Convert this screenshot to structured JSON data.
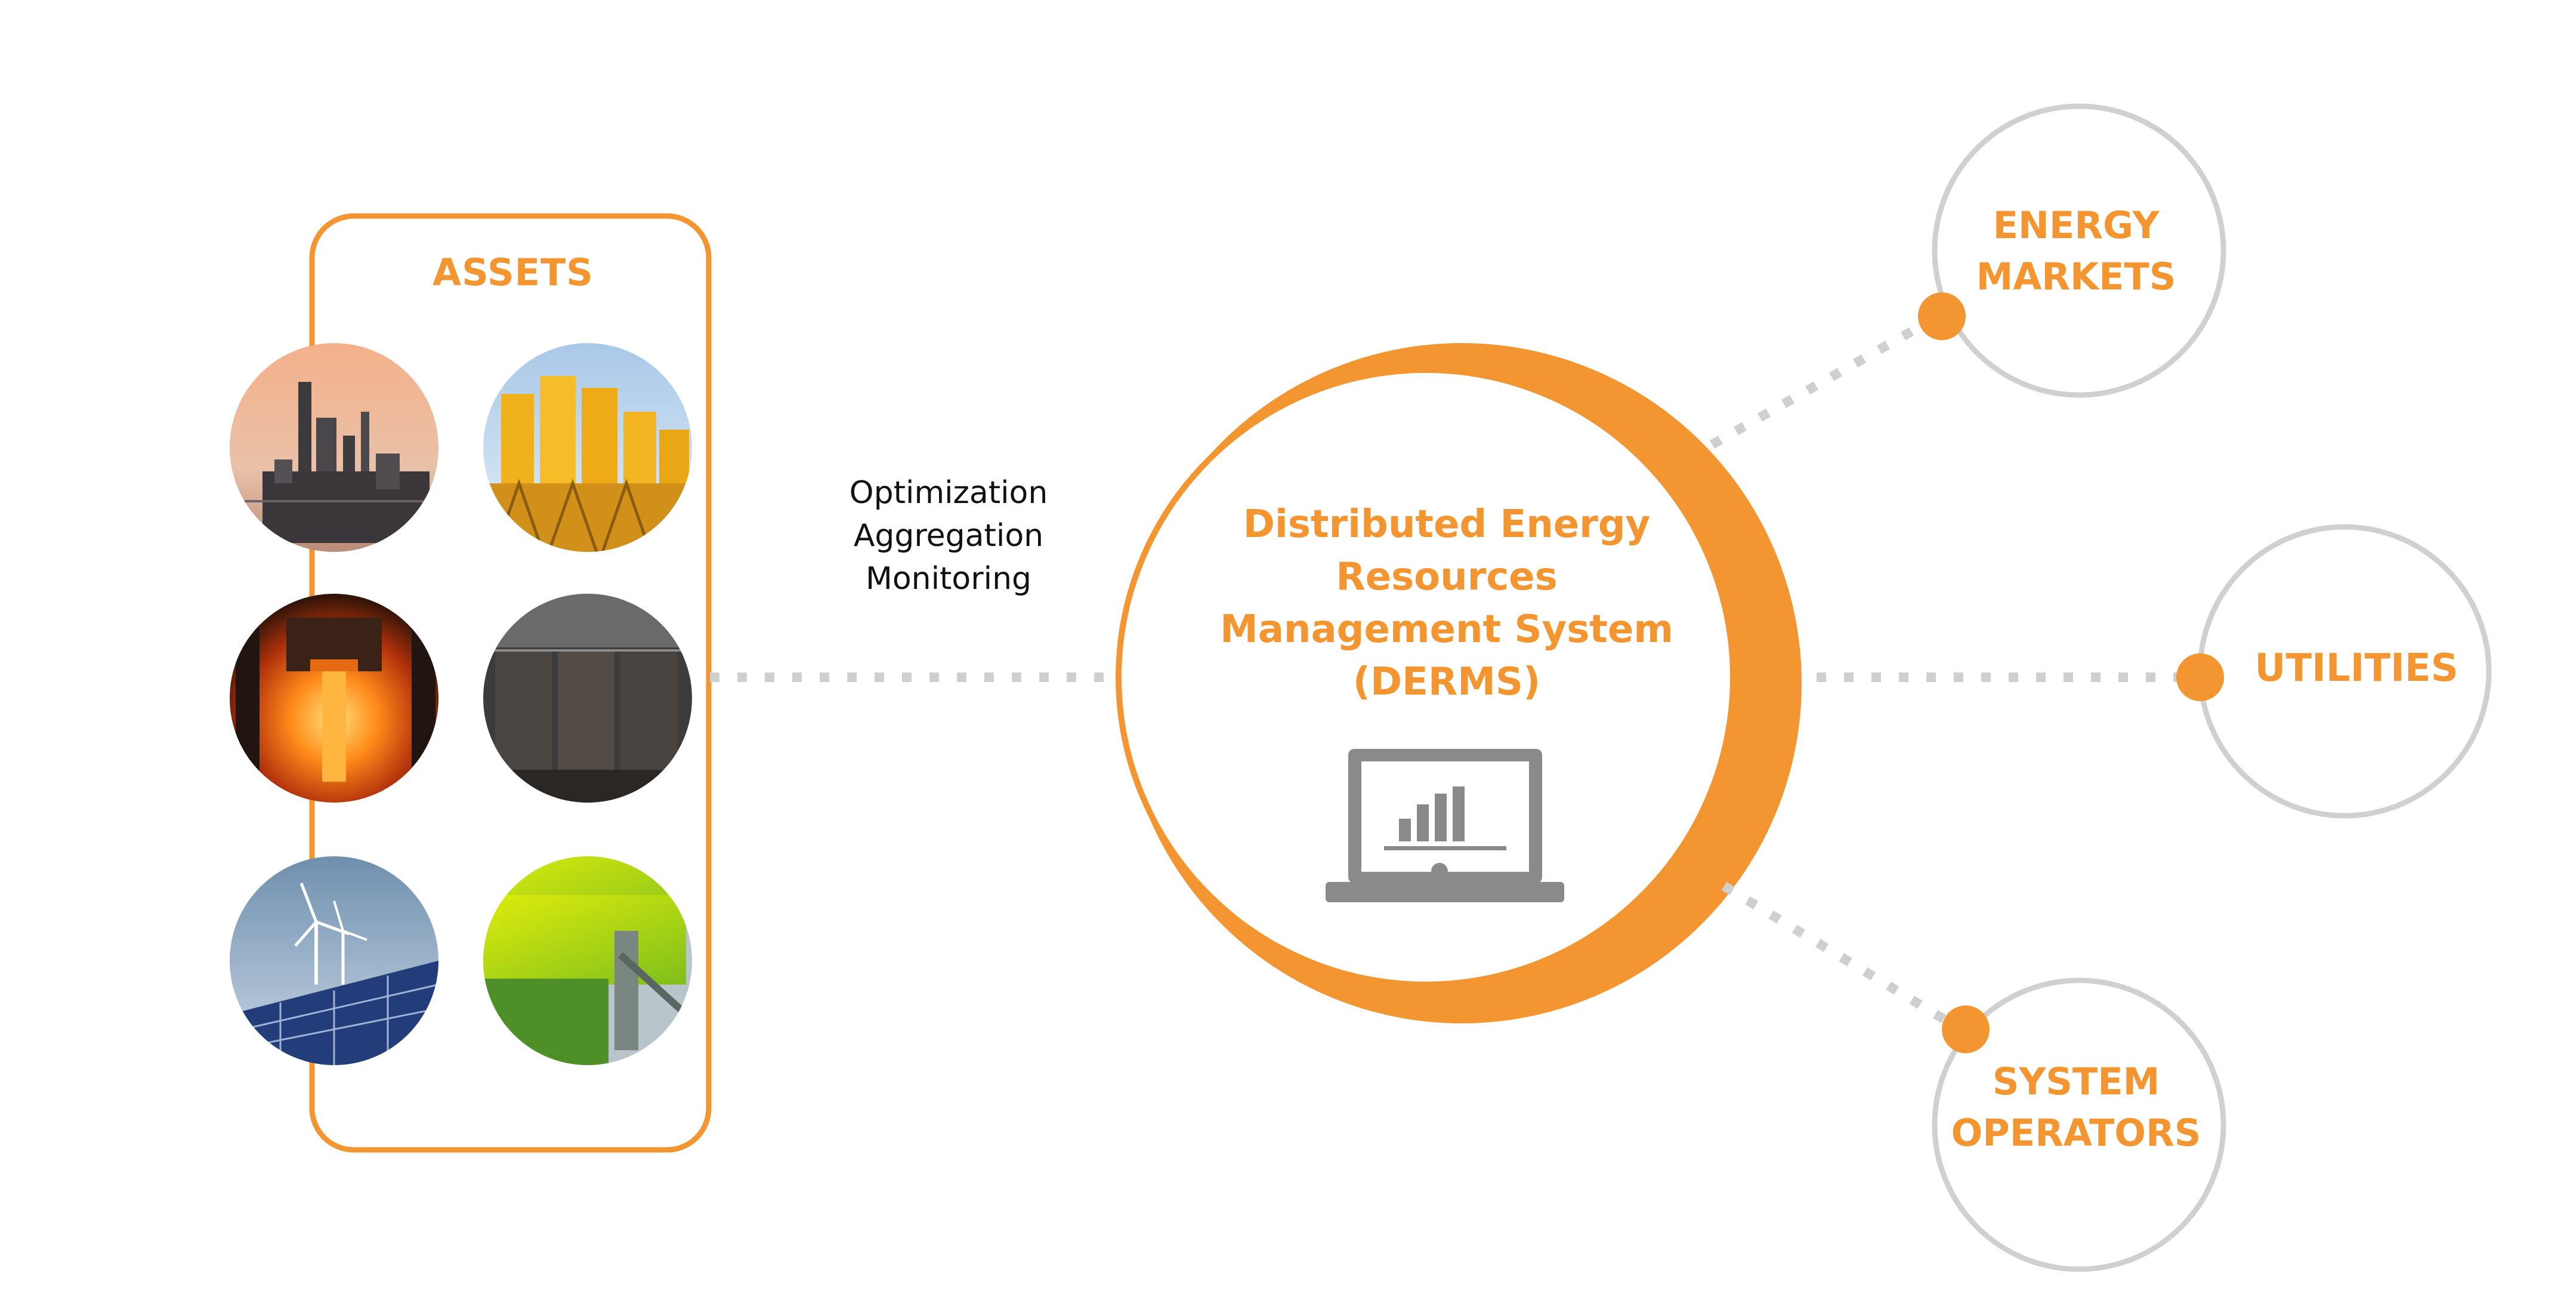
{
  "colors": {
    "accent": "#f39531",
    "ring_gray": "#d0d0d0",
    "dot_line": "#cfcfcf",
    "icon_gray": "#8a8a8a",
    "text_dark": "#111111"
  },
  "assets": {
    "title": "ASSETS",
    "items": [
      {
        "name": "oil-refinery",
        "icon": "refinery-photo"
      },
      {
        "name": "cement-silos",
        "icon": "silos-photo"
      },
      {
        "name": "steel-foundry",
        "icon": "foundry-photo"
      },
      {
        "name": "battery-storage",
        "icon": "battery-photo"
      },
      {
        "name": "wind-solar",
        "icon": "wind-solar-photo"
      },
      {
        "name": "biogas-plant",
        "icon": "biogas-photo"
      }
    ]
  },
  "actions": {
    "line1": "Optimization",
    "line2": "Aggregation",
    "line3": "Monitoring"
  },
  "derms": {
    "line1": "Distributed Energy",
    "line2": "Resources",
    "line3": "Management System",
    "line4": "(DERMS)",
    "icon": "laptop-chart-icon"
  },
  "targets": {
    "energy_markets": {
      "line1": "ENERGY",
      "line2": "MARKETS"
    },
    "utilities": {
      "line1": "UTILITIES"
    },
    "system_operators": {
      "line1": "SYSTEM",
      "line2": "OPERATORS"
    }
  }
}
